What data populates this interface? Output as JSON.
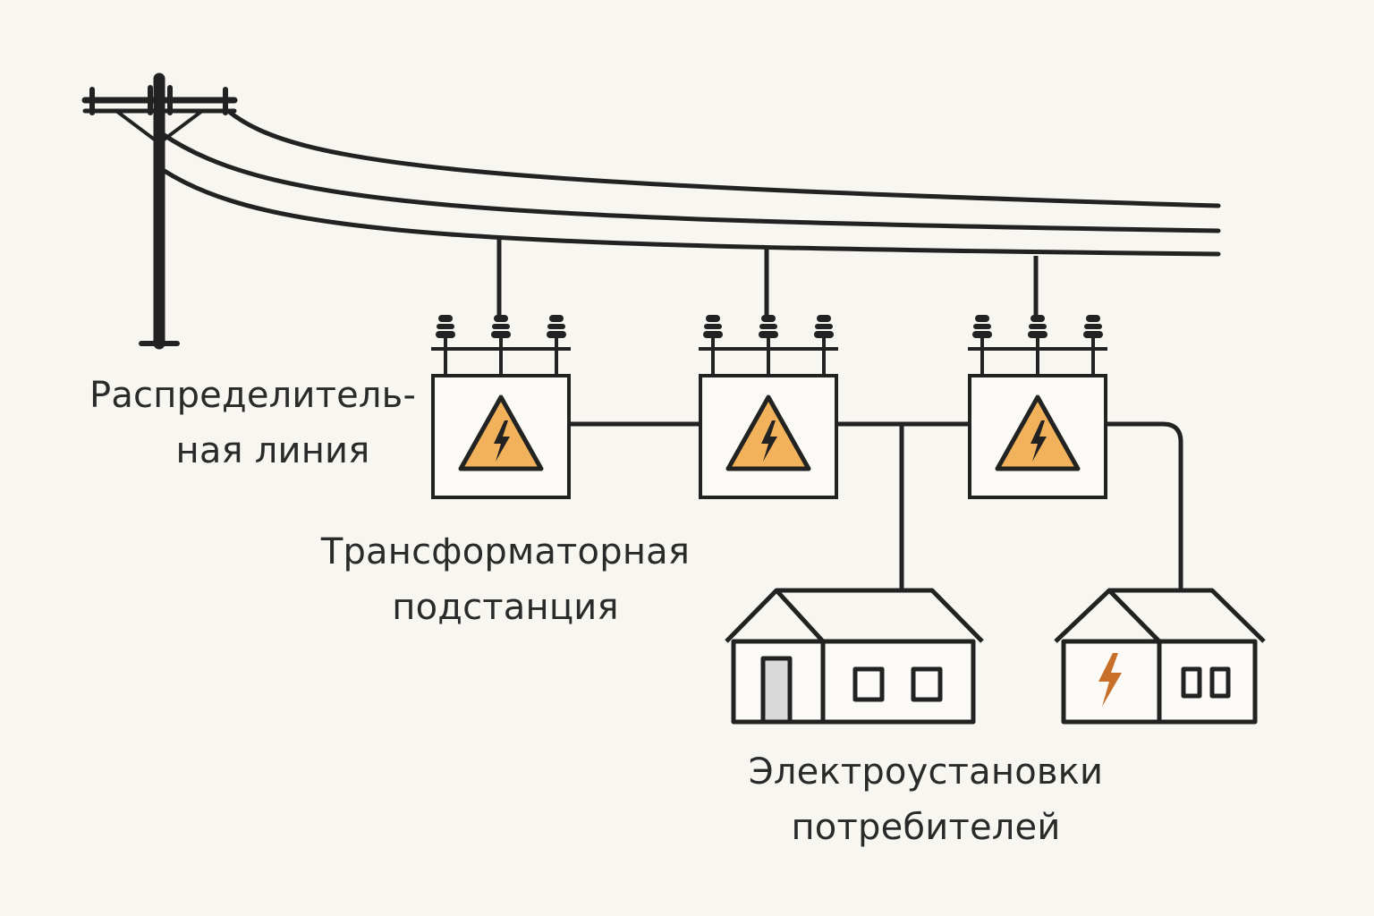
{
  "labels": {
    "distribution_line": [
      "Распределитель-",
      "ная линия"
    ],
    "substation": [
      "Трансформаторная",
      "подстанция"
    ],
    "consumers": [
      "Электроустановки",
      "потребителей"
    ]
  },
  "colors": {
    "background": "#f8f6f1",
    "stroke": "#222222",
    "warning_fill": "#f2b25c",
    "bolt_orange": "#c8702a",
    "door_fill": "#d9d9d9"
  },
  "icons": {
    "pole": "utility-pole-icon",
    "transformer": "transformer-icon",
    "warning": "high-voltage-warning-icon",
    "house": "house-icon",
    "bolt": "lightning-bolt-icon"
  }
}
